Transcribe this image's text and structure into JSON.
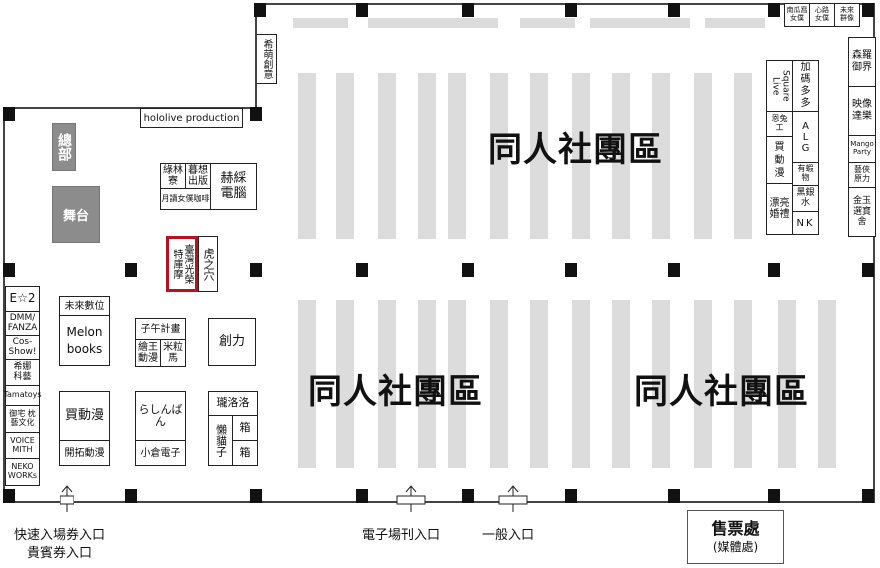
{
  "zones": {
    "top": "同人社團區",
    "bottom_left": "同人社團區",
    "bottom_right": "同人社團區"
  },
  "booths": {
    "hololive": "hololive production",
    "headquarters": "總部",
    "stage": "舞台",
    "kira_moe": "希萌創意",
    "ryokurin": "綠林寮",
    "gosou": "暮想出版",
    "getsukyo": "月讀女僕咖啡",
    "hexian": "赫綵電腦",
    "tokumoku": "特庫摩",
    "taiwan_koei": "臺灣光榮",
    "toranoana": "虎之穴",
    "estar": "E☆2",
    "dmm": "DMM/ FANZA",
    "cosshow": "Cos- Show!",
    "kena": "希娜 科藝",
    "tamatoys": "Tamatoys",
    "otaku_cult": "御宅 枕藝文化",
    "voice_mith": "VOICE MITH",
    "neko_works": "NEKO WORKs",
    "mirai_digital": "未來數位",
    "melon": "Melon books",
    "kaidoman": "買動漫",
    "kaitaku": "開拓動漫",
    "gogo_plan": "子午計畫",
    "kaiwang": "繪王動漫",
    "mili_ma": "米粒馬",
    "souriki": "創力",
    "rashinban": "らしんばん",
    "ogura": "小倉電子",
    "longluo": "瓏洛洛",
    "lanmao": "懶貓子",
    "box1": "箱",
    "box2": "箱",
    "nankwa": "南瓜窩女僕",
    "xinlu": "心路女僕",
    "mirai_group": "未來群像",
    "senra": "森羅御界",
    "eizo": "映像達樂",
    "mango": "Mango Party",
    "yixia": "藝俠原力",
    "jinyu": "金玉選寶舍",
    "square": "Square Live",
    "jiama": "加碼多多",
    "enyou": "恩兔工",
    "alg": "ALG",
    "maidongman_r": "買動漫",
    "youxia": "有蝦物",
    "piaoliang": "漂亮婚禮",
    "heiyin": "黑銀水",
    "nk": "NK"
  },
  "entrances": {
    "fast": "快速入場券入口",
    "vip": "貴賓券入口",
    "etickets": "電子場刊入口",
    "general": "一般入口"
  },
  "ticket": {
    "title": "售票處",
    "subtitle": "(媒體處)"
  },
  "colors": {
    "aisle_gray": "#dcdcdc",
    "highlight_red": "#b3141e",
    "booth_gray": "#8c8c8c"
  }
}
